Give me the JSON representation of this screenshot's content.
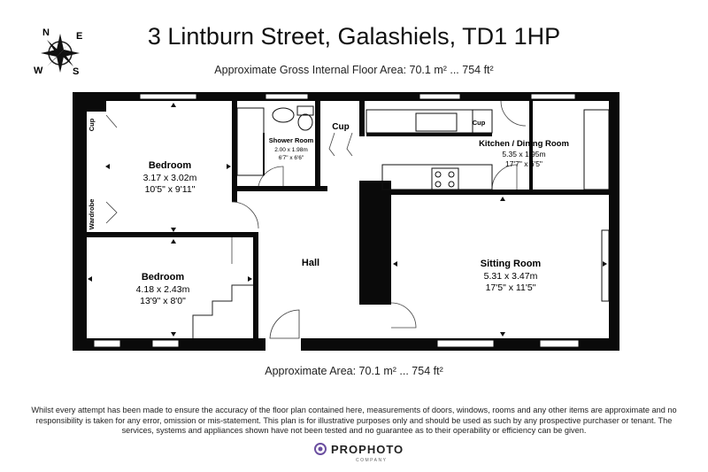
{
  "header": {
    "title": "3 Lintburn Street, Galashiels, TD1 1HP",
    "gross_area": "Approximate Gross Internal Floor Area: 70.1 m² ... 754 ft²"
  },
  "compass": {
    "n": "N",
    "e": "E",
    "w": "W",
    "s": "S",
    "icon": "compass-rose-icon"
  },
  "rooms": {
    "bedroom1": {
      "name": "Bedroom",
      "metric": "3.17 x 3.02m",
      "imperial": "10'5\" x 9'11\""
    },
    "bedroom2": {
      "name": "Bedroom",
      "metric": "4.18 x 2.43m",
      "imperial": "13'9\" x 8'0\""
    },
    "shower": {
      "name": "Shower Room",
      "metric": "2.00 x 1.98m",
      "imperial": "6'7\" x 6'6\""
    },
    "kitchen": {
      "name": "Kitchen / Dining Room",
      "metric": "5.35 x 1.95m",
      "imperial": "17'7\" x 6'5\""
    },
    "sitting": {
      "name": "Sitting Room",
      "metric": "5.31 x 3.47m",
      "imperial": "17'5\" x 11'5\""
    },
    "hall": {
      "name": "Hall"
    },
    "cup_hall": {
      "name": "Cup"
    },
    "cup_bedroom": {
      "name": "Cup"
    },
    "cup_kitchen": {
      "name": "Cup"
    },
    "wardrobe": {
      "name": "Wardrobe"
    }
  },
  "footer": {
    "area": "Approximate Area: 70.1 m² ... 754 ft²",
    "disclaimer": "Whilst every attempt has been made to ensure the accuracy of the floor plan contained here, measurements of doors, windows, rooms and any other items are approximate and no responsibility is taken for any error, omission or mis-statement. This plan is for illustrative purposes only and should be used as such by any prospective purchaser or tenant. The services, systems and appliances shown have not been tested and no guarantee as to their operability or efficiency can be given.",
    "logo_text": "PROPHOTO",
    "logo_subtext": "COMPANY"
  },
  "colors": {
    "wall": "#0a0a0a",
    "logo_accent": "#6b4fa0"
  }
}
